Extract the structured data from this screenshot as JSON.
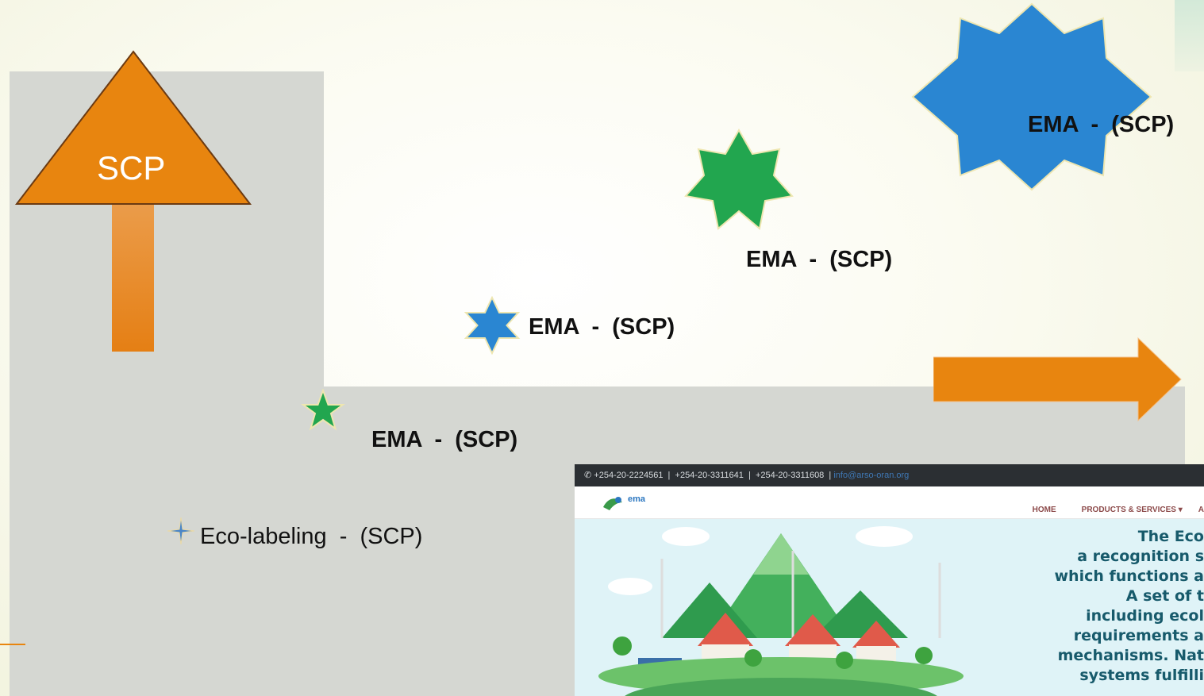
{
  "slide": {
    "triangle_label": "SCP",
    "eco_label": "Eco-labeling  -  (SCP)",
    "ema_labels": [
      "EMA  -  (SCP)",
      "EMA  -  (SCP)",
      "EMA  -  (SCP)",
      "EMA  -  (SCP)"
    ]
  },
  "website": {
    "contact_line": "+254-20-2224561  |  +254-20-3311641  |  +254-20-3311608  |",
    "email": "info@arso-oran.org",
    "logo_text": "ema",
    "nav": [
      "HOME",
      "PRODUCTS & SERVICES",
      "A"
    ],
    "hero_lines": [
      "The Eco",
      "a recognition s",
      "which functions a",
      "A set of t",
      "including ecol",
      "requirements a",
      "mechanisms. Nat",
      "systems fulfilli"
    ]
  },
  "colors": {
    "orange": "#e8850f",
    "green": "#22a64f",
    "blue": "#2a86d2",
    "gray_block": "#d5d7d2"
  }
}
